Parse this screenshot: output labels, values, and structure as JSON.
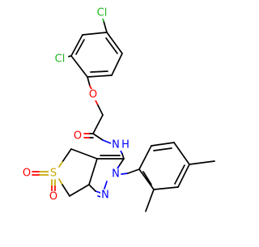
{
  "colors": {
    "background": "#ffffff",
    "carbon": "#000000",
    "chlorine": "#1fb81f",
    "oxygen": "#ff0000",
    "nitrogen": "#0000ff",
    "sulfur": "#c8a800"
  },
  "atoms": {
    "cl_top": "Cl",
    "cl_left": "Cl",
    "o_ether": "O",
    "o_carbonyl": "O",
    "n_amide": "N",
    "h_amide": "H",
    "o_sulfone_left": "O",
    "o_sulfone_bottom": "O",
    "s_sulfone": "S",
    "n_pyrazole_2": "N",
    "n_pyrazole_1": "N"
  }
}
